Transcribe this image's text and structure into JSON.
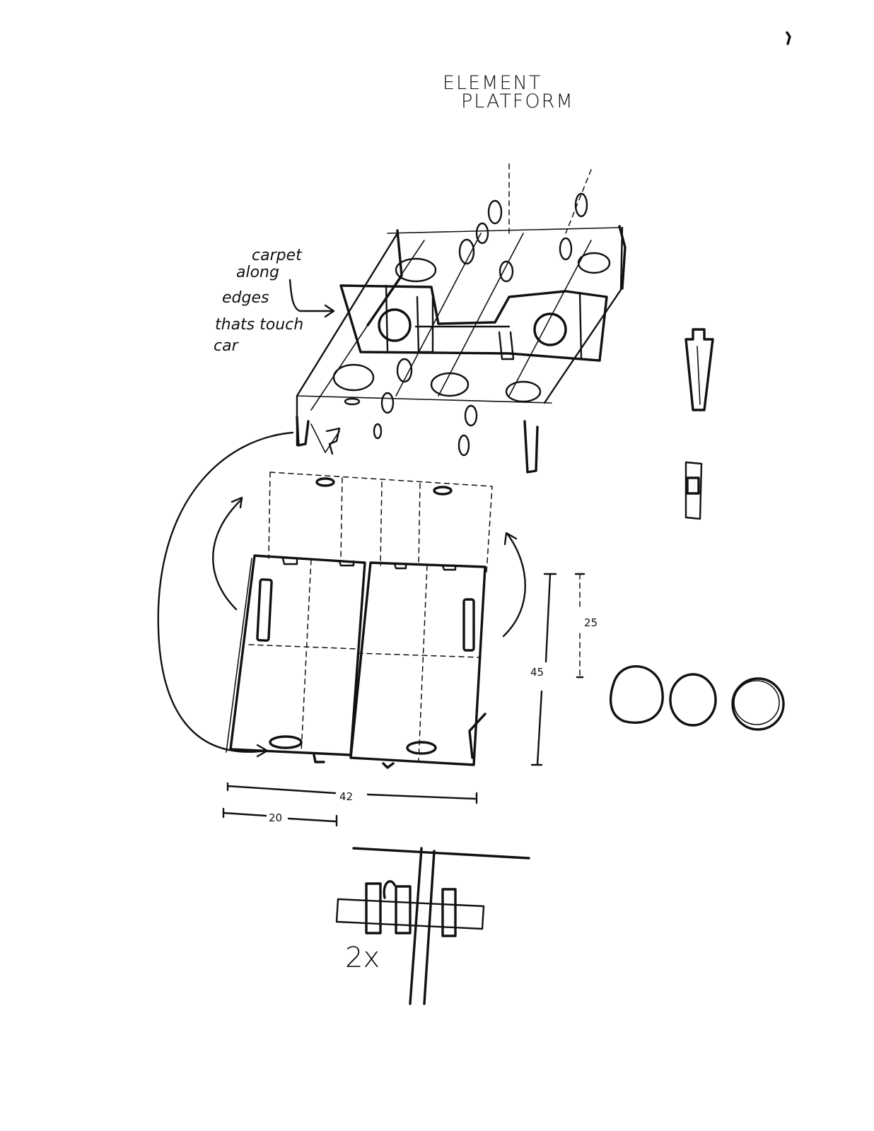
{
  "title": {
    "line1": "ELEMENT",
    "line2": "PLATFORM"
  },
  "annotation": {
    "lines": [
      "carpet",
      "along",
      "edges",
      "thats touch",
      "car"
    ]
  },
  "dimensions": {
    "width_total": "42",
    "width_half": "20",
    "height_total": "45",
    "height_partial": "25"
  },
  "multiplier": "2x"
}
